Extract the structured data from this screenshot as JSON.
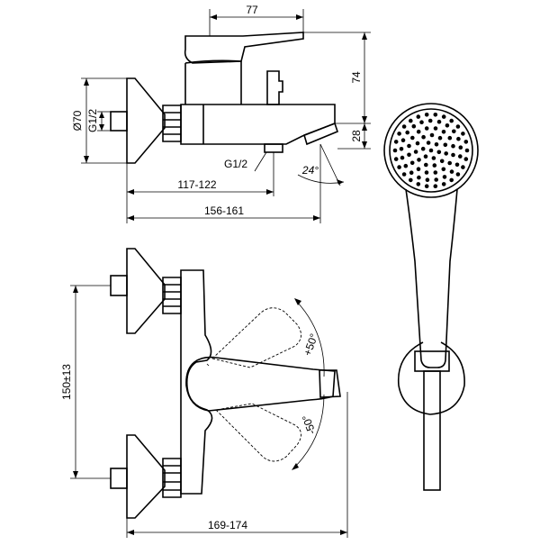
{
  "dimensions": {
    "top_width": "77",
    "height_74": "74",
    "height_28": "28",
    "diameter": "Ø70",
    "thread_vertical": "G1/2",
    "thread_spout": "G1/2",
    "spout_angle": "24°",
    "depth_117_122": "117-122",
    "depth_156_161": "156-161",
    "centres": "150±13",
    "angle_plus": "+50°",
    "angle_minus": "-50°",
    "front_width": "169-174"
  }
}
